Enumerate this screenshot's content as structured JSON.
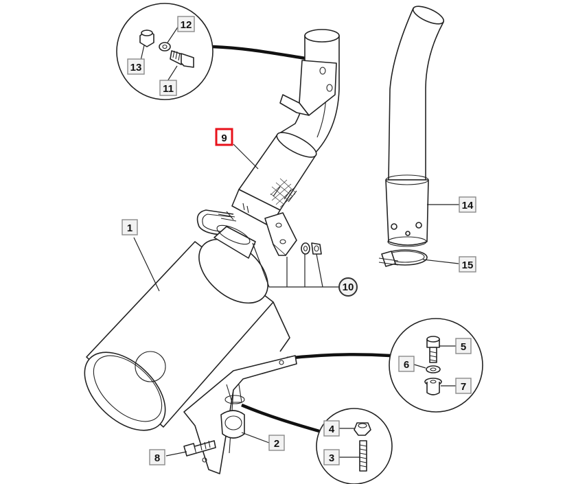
{
  "diagram": {
    "callouts": {
      "c1": "1",
      "c2": "2",
      "c3": "3",
      "c4": "4",
      "c5": "5",
      "c6": "6",
      "c7": "7",
      "c8": "8",
      "c9": "9",
      "c10": "10",
      "c11": "11",
      "c12": "12",
      "c13": "13",
      "c14": "14",
      "c15": "15"
    },
    "highlighted_callout": "9",
    "colors": {
      "highlight": "#e8121b",
      "line": "#222222",
      "box_fill": "#f2f2f2"
    }
  }
}
